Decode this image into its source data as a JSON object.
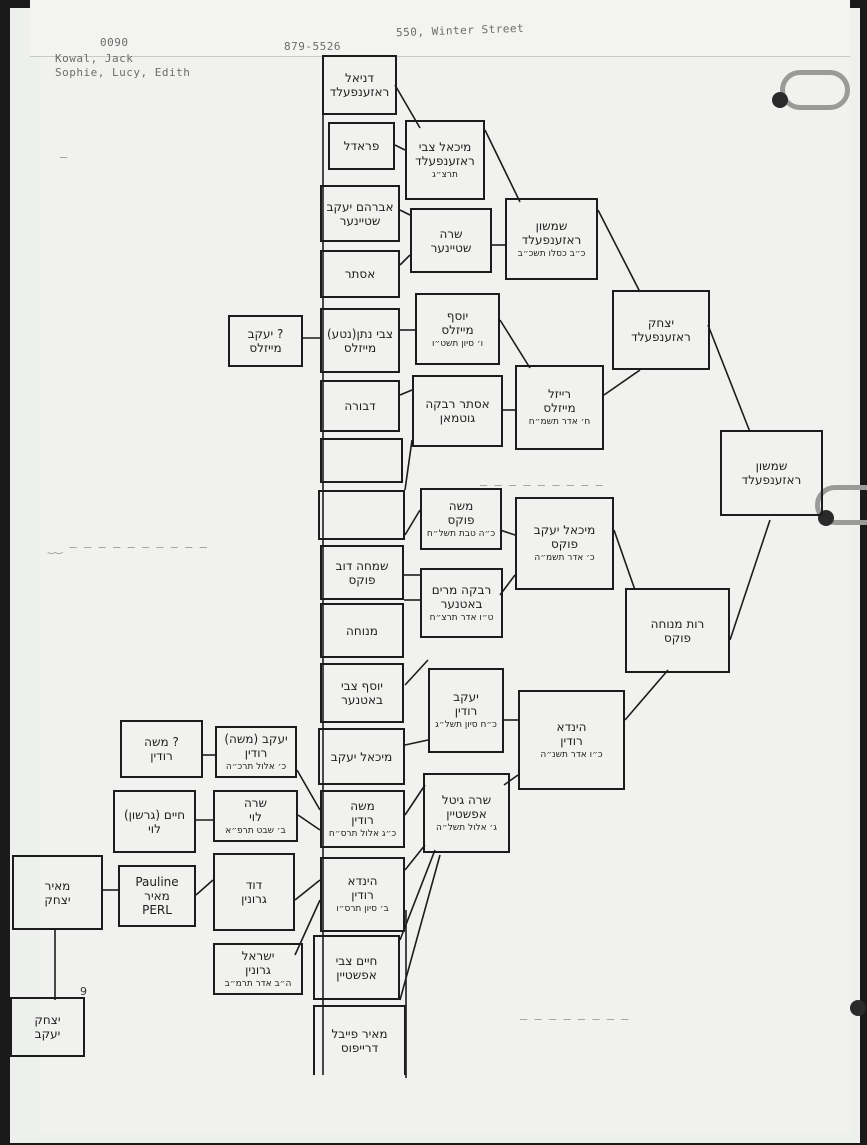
{
  "header": {
    "line1_code": "0090",
    "line1_name": "Kowal, Jack",
    "line1_phone": "879-5526",
    "line1_address": "550, Winter Street",
    "line2_names": "Sophie, Lucy, Edith"
  },
  "boxes": {
    "b01": [
      "דניאל",
      "ראזענפעלד"
    ],
    "b02": [
      "פראדל"
    ],
    "b03": [
      "אברהם יעקב",
      "שטיינער"
    ],
    "b04": [
      "אסתר"
    ],
    "b05": [
      "מיכאל צבי",
      "ראזענפעלד",
      "תרצ״ג"
    ],
    "b06": [
      "שרה",
      "שטיינער"
    ],
    "b07": [
      "שמשון",
      "ראזענפעלד",
      "כ״ב כסלו תשכ״ב"
    ],
    "b08": [
      "יעקב ?",
      "מייזלס"
    ],
    "b09": [
      "צבי נתן(נטע)",
      "מייזלס"
    ],
    "b10": [
      "דבורה"
    ],
    "b11": [
      "יוסף",
      "מייזלס",
      "ו׳ סיון תשט״ו"
    ],
    "b12": [
      "אסתר רבקה",
      "גוטמאן"
    ],
    "b13": [
      "רייזל",
      "מייזלס",
      "ח׳ אדר תשמ״ח"
    ],
    "b14": [
      "יצחק",
      "ראזענפעלד"
    ],
    "b15": [
      "שמשון",
      "ראזענפעלד"
    ],
    "b16": [],
    "b17": [],
    "b18": [
      "משה",
      "פוקס",
      "כ״ה טבת תשל״ח"
    ],
    "b19": [
      "שמחה דוב",
      "פוקס"
    ],
    "b20": [
      "מיכאל יעקב",
      "פוקס",
      "כ׳ אדר תשמ״ה"
    ],
    "b21": [
      "מנוחה"
    ],
    "b22": [
      "רבקה מרים",
      "באטנער",
      "ט״ו אדר תרצ״ח"
    ],
    "b23": [
      "רות מנוחה",
      "פוקס"
    ],
    "b24": [
      "יוסף צבי",
      "באטנער"
    ],
    "b25": [
      "יעקב",
      "רודין",
      "כ״ח סיון תשל״ג"
    ],
    "b26": [
      "מיכאל יעקב"
    ],
    "b27": [
      "הינדא",
      "רודין",
      "כ״ו אדר תשנ״ה"
    ],
    "b28": [
      "משה ?",
      "רודין"
    ],
    "b29": [
      "יעקב (משה)",
      "רודין",
      "כ׳ אלול תרכ״ה"
    ],
    "b30": [
      "משה",
      "רודין",
      "כ״ג אלול תרס״ח"
    ],
    "b31": [
      "שרה גיטל",
      "אפשטיין",
      "ג׳ אלול תשל״ה"
    ],
    "b32": [
      "חיים (גרשון)",
      "לוי"
    ],
    "b33": [
      "שרה",
      "לוי",
      "ב׳ שבט תרפ״א"
    ],
    "b34": [
      "מאיר",
      "יצחק"
    ],
    "b35": [
      "Pauline",
      "מאיר",
      "PERL"
    ],
    "b36": [
      "דוד",
      "גרונין"
    ],
    "b37": [
      "הינדא",
      "רודין",
      "ב׳ סיון תרס״ו"
    ],
    "b38": [
      "ישראל",
      "גרונין",
      "ה״ב אדר תרמ״ב"
    ],
    "b39": [
      "חיים צבי",
      "אפשטיין"
    ],
    "b40": [
      "יצחק",
      "יעקב"
    ],
    "b41": [
      "מאיר פייבל",
      "דרייפוס"
    ]
  },
  "markings": {
    "q_mark": "9"
  }
}
